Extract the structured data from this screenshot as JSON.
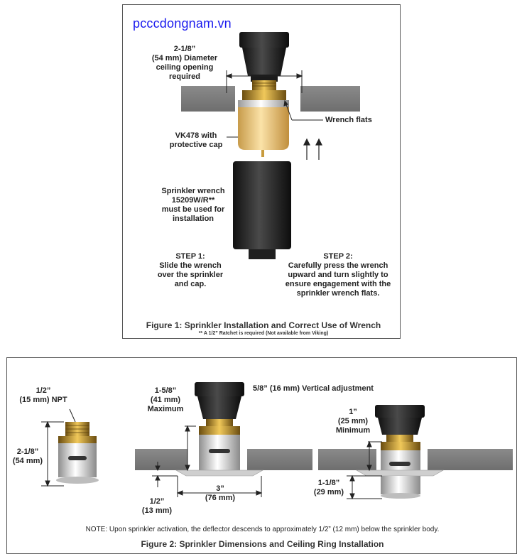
{
  "watermark": "pcccdongnam.vn",
  "figure1": {
    "opening_label": [
      "2-1/8”",
      "(54 mm) Diameter",
      "ceiling opening",
      "required"
    ],
    "wrench_flats_label": "Wrench flats",
    "sprinkler_label": [
      "VK478 with",
      "protective cap"
    ],
    "wrench_label": [
      "Sprinkler wrench",
      "15209W/R**",
      "must be used for",
      "installation"
    ],
    "step1_title": "STEP 1:",
    "step1_text": [
      "Slide the wrench",
      "over the sprinkler",
      "and cap."
    ],
    "step2_title": "STEP 2:",
    "step2_text": [
      "Carefully press the wrench",
      "upward and turn slightly to",
      "ensure engagement with the",
      "sprinkler wrench flats."
    ],
    "caption": "Figure 1:  Sprinkler Installation and Correct Use of Wrench",
    "footnote": "** A 1/2” Ratchet is required (Not available from Viking)"
  },
  "figure2": {
    "npt_label": [
      "1/2”",
      "(15 mm) NPT"
    ],
    "height_label": [
      "2-1/8”",
      "(54 mm)"
    ],
    "max_label": [
      "1-5/8”",
      "(41 mm)",
      "Maximum"
    ],
    "vertical_adj_label": "5/8” (16 mm) Vertical adjustment",
    "min_label": [
      "1”",
      "(25 mm)",
      "Minimum"
    ],
    "ring_label": [
      "3”",
      "(76 mm)"
    ],
    "offset_label": [
      "1/2”",
      "(13 mm)"
    ],
    "height2_label": [
      "1-1/8”",
      "(29 mm)"
    ],
    "note": "NOTE: Upon sprinkler activation, the deflector descends to approximately 1/2” (12 mm) below the sprinkler body.",
    "caption": "Figure 2:  Sprinkler Dimensions and Ceiling Ring Installation"
  }
}
